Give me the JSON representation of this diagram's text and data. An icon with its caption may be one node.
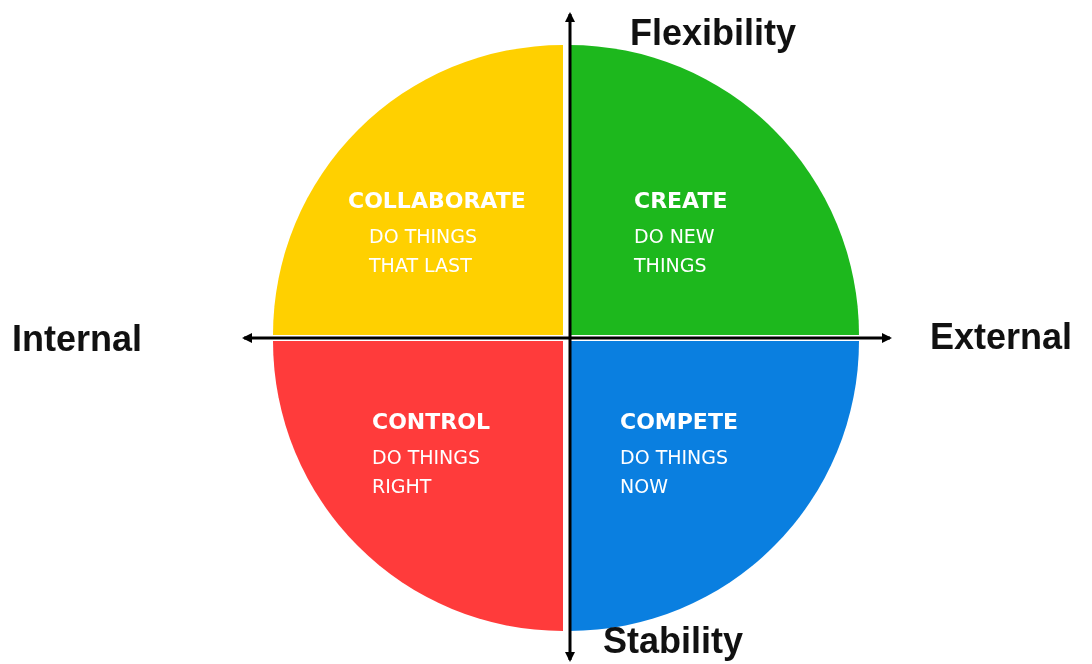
{
  "diagram": {
    "nodes": [
      {
        "text": [
          "COLLABORATE",
          "DO THINGS THAT LAST"
        ]
      },
      {
        "text": [
          "CREATE",
          "DO NEW THINGS"
        ]
      },
      {
        "text": [
          "CONTROL",
          "DO THINGS RIGHT"
        ]
      },
      {
        "text": [
          "COMPETE",
          "DO THINGS NOW"
        ]
      }
    ],
    "labels": [
      "Flexibility",
      "Internal",
      "External",
      "Stability"
    ]
  }
}
